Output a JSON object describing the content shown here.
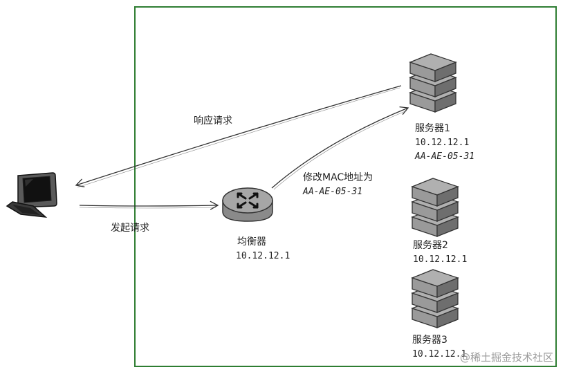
{
  "edges": {
    "response_label": "响应请求",
    "request_label": "发起请求",
    "modify_label": "修改MAC地址为",
    "modify_mac": "AA-AE-05-31"
  },
  "balancer": {
    "name": "均衡器",
    "ip": "10.12.12.1"
  },
  "servers": [
    {
      "name": "服务器1",
      "ip": "10.12.12.1",
      "mac": "AA-AE-05-31"
    },
    {
      "name": "服务器2",
      "ip": "10.12.12.1"
    },
    {
      "name": "服务器3",
      "ip": "10.12.12.1"
    }
  ],
  "watermark": "@稀土掘金技术社区",
  "colors": {
    "boundary": "#2e7d32",
    "server_fill": "#9a9a9a",
    "server_dark": "#6e6e6e",
    "router_fill": "#a6a6a6",
    "line": "#333333"
  }
}
